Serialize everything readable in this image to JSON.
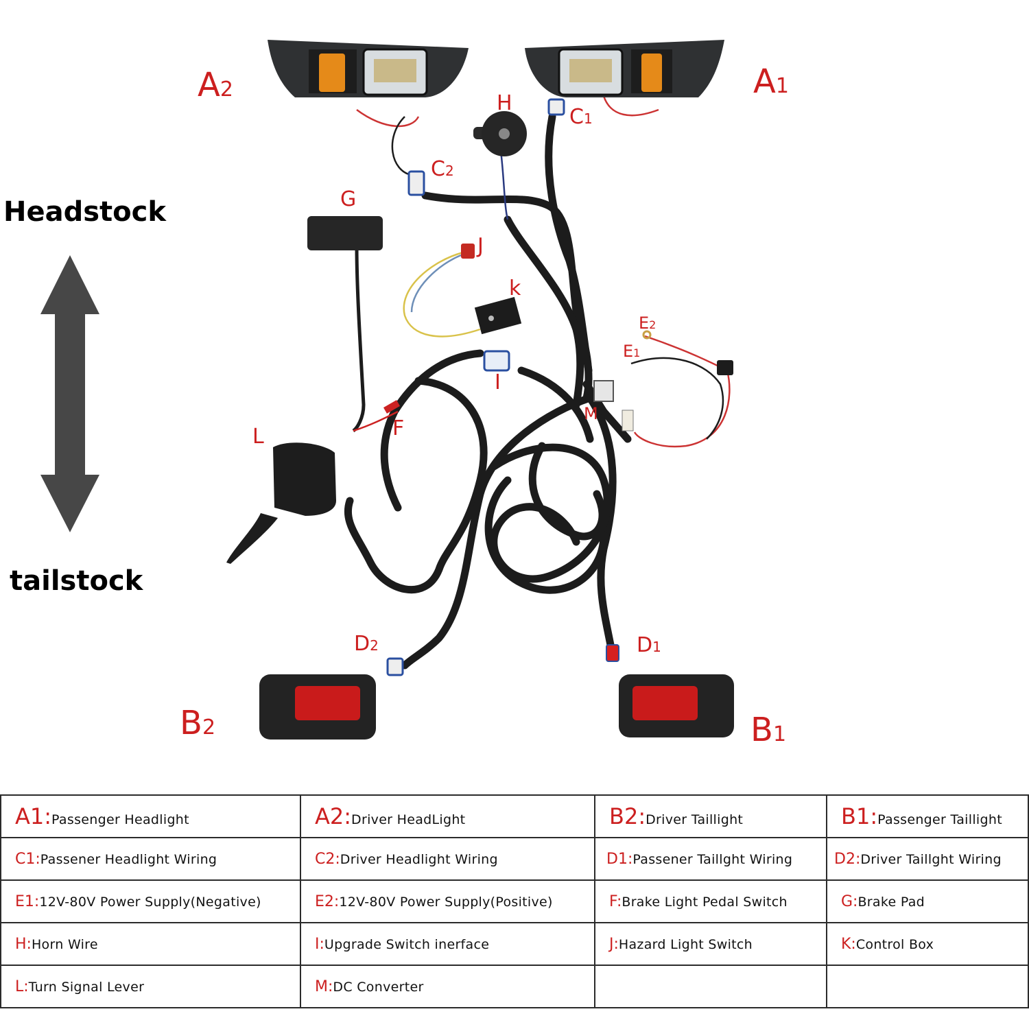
{
  "orientation": {
    "top_label": "Headstock",
    "bottom_label": "tailstock",
    "arrow_color": "#474747"
  },
  "label_color": "#cc1f1f",
  "component_labels": [
    {
      "id": "A2",
      "main": "A",
      "sub": "2"
    },
    {
      "id": "A1",
      "main": "A",
      "sub": "1"
    },
    {
      "id": "H",
      "main": "H",
      "sub": ""
    },
    {
      "id": "C1",
      "main": "C",
      "sub": "1"
    },
    {
      "id": "C2",
      "main": "C",
      "sub": "2"
    },
    {
      "id": "G",
      "main": "G",
      "sub": ""
    },
    {
      "id": "J",
      "main": "J",
      "sub": ""
    },
    {
      "id": "K",
      "main": "k",
      "sub": ""
    },
    {
      "id": "E2",
      "main": "E",
      "sub": "2"
    },
    {
      "id": "E1",
      "main": "E",
      "sub": "1"
    },
    {
      "id": "I",
      "main": "I",
      "sub": ""
    },
    {
      "id": "M",
      "main": "M",
      "sub": ""
    },
    {
      "id": "F",
      "main": "F",
      "sub": ""
    },
    {
      "id": "L",
      "main": "L",
      "sub": ""
    },
    {
      "id": "D2",
      "main": "D",
      "sub": "2"
    },
    {
      "id": "D1",
      "main": "D",
      "sub": "1"
    },
    {
      "id": "B2",
      "main": "B",
      "sub": "2"
    },
    {
      "id": "B1",
      "main": "B",
      "sub": "1"
    }
  ],
  "legend": [
    [
      {
        "key": "A1:",
        "desc": "Passenger Headlight"
      },
      {
        "key": "A2:",
        "desc": "Driver HeadLight"
      },
      {
        "key": "B2:",
        "desc": "Driver Taillight"
      },
      {
        "key": "B1:",
        "desc": "Passenger Taillight"
      }
    ],
    [
      {
        "key": "C1:",
        "desc": "Passener Headlight Wiring"
      },
      {
        "key": "C2:",
        "desc": "Driver Headlight Wiring"
      },
      {
        "key": "D1:",
        "desc": "Passener Taillght Wiring"
      },
      {
        "key": "D2:",
        "desc": "Driver Taillght Wiring"
      }
    ],
    [
      {
        "key": "E1:",
        "desc": "12V-80V Power Supply(Negative)"
      },
      {
        "key": "E2:",
        "desc": "12V-80V Power Supply(Positive)"
      },
      {
        "key": "F:",
        "desc": "Brake Light Pedal Switch"
      },
      {
        "key": "G:",
        "desc": "Brake Pad"
      }
    ],
    [
      {
        "key": "H:",
        "desc": "Horn Wire"
      },
      {
        "key": "I:",
        "desc": "Upgrade Switch inerface"
      },
      {
        "key": "J:",
        "desc": "Hazard Light Switch"
      },
      {
        "key": "K:",
        "desc": "Control Box"
      }
    ],
    [
      {
        "key": "L:",
        "desc": "Turn Signal Lever"
      },
      {
        "key": "M:",
        "desc": "DC Converter"
      },
      {
        "key": "",
        "desc": ""
      },
      {
        "key": "",
        "desc": ""
      }
    ]
  ]
}
